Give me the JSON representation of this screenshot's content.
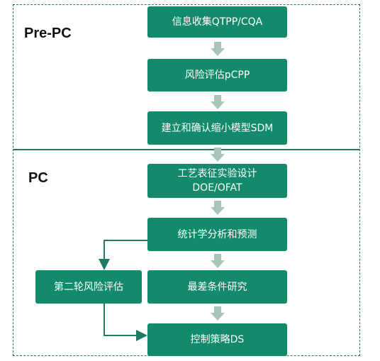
{
  "phases": {
    "pre_pc": "Pre-PC",
    "pc": "PC"
  },
  "steps": {
    "info_collect": "信息收集QTPP/CQA",
    "risk_assess": "风险评估pCPP",
    "scale_model": "建立和确认缩小模型SDM",
    "doe_line1": "工艺表征实验设计",
    "doe_line2": "DOE/OFAT",
    "stats": "统计学分析和预测",
    "worst_case": "最差条件研究",
    "control": "控制策略DS",
    "second_risk": "第二轮风险评估"
  },
  "colors": {
    "box": "#138a6a",
    "arrow": "#a9c5b6",
    "line": "#1f7a63"
  }
}
